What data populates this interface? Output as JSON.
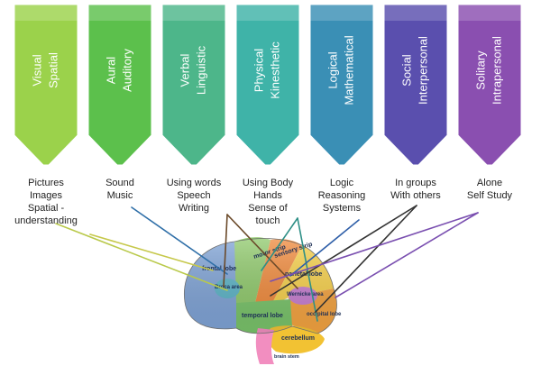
{
  "styles": [
    {
      "line1": "Visual",
      "line2": "Spatial",
      "color": "#9bd24b",
      "desc": [
        "Pictures",
        "Images",
        "Spatial -",
        "understanding"
      ]
    },
    {
      "line1": "Aural",
      "line2": "Auditory",
      "color": "#5cc04c",
      "desc": [
        "Sound",
        "Music"
      ]
    },
    {
      "line1": "Verbal",
      "line2": "Linguistic",
      "color": "#4db68a",
      "desc": [
        "Using words",
        "Speech",
        "Writing"
      ]
    },
    {
      "line1": "Physical",
      "line2": "Kinesthetic",
      "color": "#3fb3a8",
      "desc": [
        "Using Body",
        "Hands",
        "Sense of",
        "touch"
      ]
    },
    {
      "line1": "Logical",
      "line2": "Mathematical",
      "color": "#3a8fb5",
      "desc": [
        "Logic",
        "Reasoning",
        "Systems"
      ]
    },
    {
      "line1": "Social",
      "line2": "Interpersonal",
      "color": "#5a4fae",
      "desc": [
        "In groups",
        "With others"
      ]
    },
    {
      "line1": "Solitary",
      "line2": "Intrapersonal",
      "color": "#8a4fb0",
      "desc": [
        "Alone",
        "Self Study"
      ]
    }
  ],
  "brain": {
    "labels": {
      "frontal": "frontal lobe",
      "motor": "motor strip",
      "sensory": "sensory strip",
      "parietal": "parietal lobe",
      "broca": "Broca area",
      "wernicke": "Wernicke area",
      "temporal": "temporal lobe",
      "occipital": "occipital lobe",
      "cerebellum": "cerebellum",
      "stem": "brain stem"
    }
  }
}
